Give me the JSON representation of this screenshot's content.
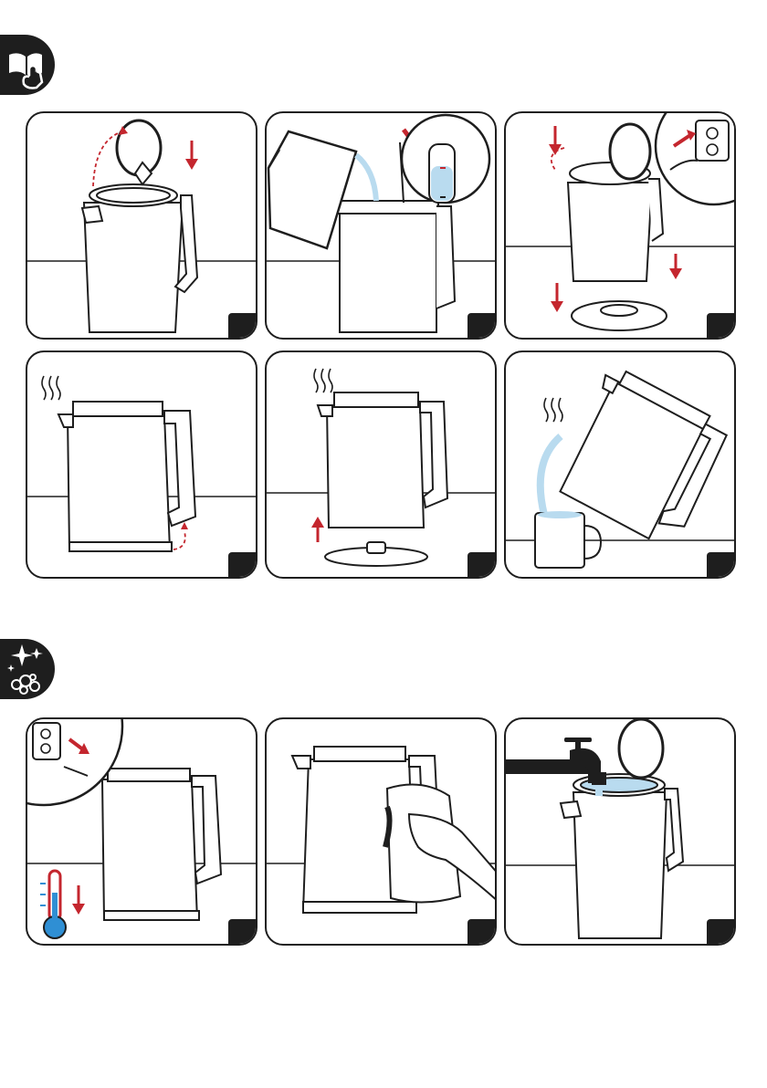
{
  "colors": {
    "ink": "#1e1e1e",
    "arrow_red": "#c4262e",
    "water_blue": "#b9dbef",
    "thermo_blue": "#2f8fd4",
    "background": "#ffffff"
  },
  "sections": [
    {
      "id": "usage",
      "badge_icon": "manual-hand-icon",
      "steps": [
        {
          "id": "open-lid",
          "icons": [
            "kettle-icon",
            "lid-open-arrow-icon",
            "press-arrow-icon"
          ]
        },
        {
          "id": "fill-water",
          "icons": [
            "jug-pour-icon",
            "no-fill-from-spout-icon",
            "water-level-window-icon"
          ]
        },
        {
          "id": "place-on-base",
          "icons": [
            "plug-socket-icon",
            "lid-close-arrow-icon",
            "base-down-arrow-icon"
          ]
        },
        {
          "id": "switch-on",
          "icons": [
            "steam-icon",
            "switch-arrow-icon"
          ]
        },
        {
          "id": "lift-from-base",
          "icons": [
            "steam-icon",
            "lift-arrow-icon"
          ]
        },
        {
          "id": "pour-water",
          "icons": [
            "steam-icon",
            "mug-icon",
            "water-stream-icon"
          ]
        }
      ]
    },
    {
      "id": "cleaning",
      "badge_icon": "sparkle-clean-icon",
      "steps": [
        {
          "id": "unplug-cool",
          "icons": [
            "unplug-arrow-icon",
            "thermometer-cool-icon"
          ]
        },
        {
          "id": "wipe-outside",
          "icons": [
            "cloth-hand-icon"
          ]
        },
        {
          "id": "rinse-inside",
          "icons": [
            "tap-icon",
            "water-stream-icon"
          ]
        }
      ]
    }
  ]
}
